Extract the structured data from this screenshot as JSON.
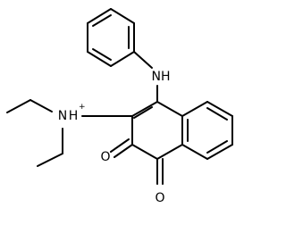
{
  "molecule": {
    "labels": {
      "nh": "NH",
      "n": "N",
      "n_h": "H",
      "charge": "+",
      "o_upper": "O",
      "o_lower": "O"
    },
    "colors": {
      "bond": "#000000",
      "text": "#000000",
      "background": "#ffffff"
    }
  }
}
